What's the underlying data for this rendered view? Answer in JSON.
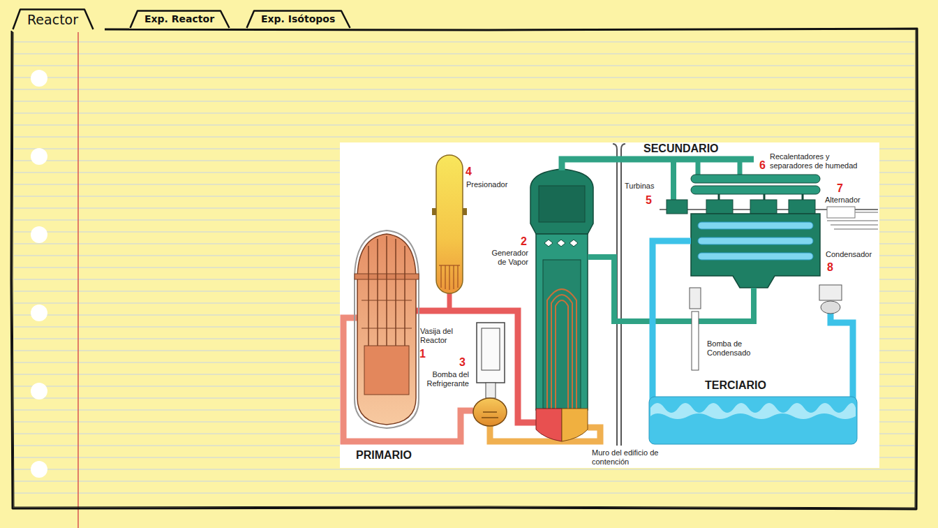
{
  "diagram": {
    "nodes": [
      {
        "text": [
          "Reactor"
        ]
      },
      {
        "text": [
          "Exp. Reactor"
        ]
      },
      {
        "text": [
          "Exp. Isótopos"
        ]
      }
    ],
    "labels": [
      "SECUNDARIO",
      "4",
      "Presionador",
      "Recalentadores y separadores de humedad",
      "6",
      "Turbinas",
      "5",
      "7",
      "Alternador",
      "2",
      "Generador de Vapor",
      "Condensador",
      "8",
      "Vasija del Reactor",
      "1",
      "3",
      "Bomba del Refrigerante",
      "Bomba de Condensado",
      "TERCIARIO",
      "PRIMARIO",
      "Muro del edificio de contención"
    ]
  }
}
